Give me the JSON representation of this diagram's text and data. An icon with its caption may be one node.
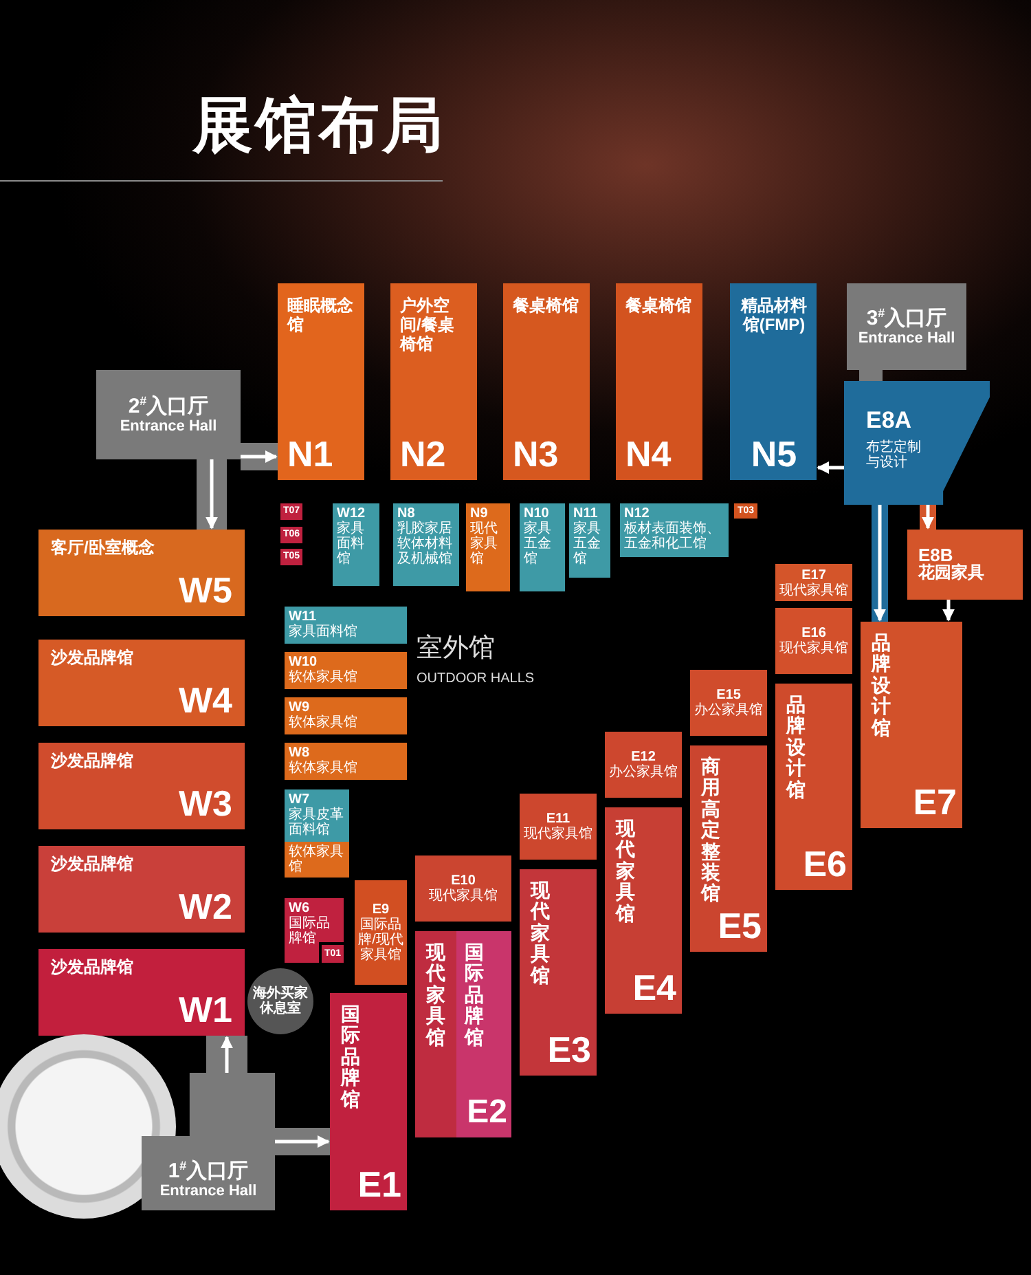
{
  "diagram": {
    "title": "展馆布局",
    "nodes": [
      {
        "text": [
          "2$^{#}$入口厅",
          "Entrance Hall"
        ]
      },
      {
        "text": [
          "睡眠概念馆",
          "N1"
        ]
      },
      {
        "text": [
          "户外空间/餐桌椅馆",
          "N2"
        ]
      },
      {
        "text": [
          "餐桌椅馆",
          "N3"
        ]
      },
      {
        "text": [
          "餐桌椅馆",
          "N4"
        ]
      },
      {
        "text": [
          "精品材料馆(FMP)",
          "N5"
        ]
      },
      {
        "text": [
          "3$^{#}$入口厅",
          "Entrance Hall"
        ]
      },
      {
        "text": [
          "E8A",
          "布艺定制与设计"
        ]
      },
      {
        "text": [
          "T07"
        ]
      },
      {
        "text": [
          "T06"
        ]
      },
      {
        "text": [
          "T05"
        ]
      },
      {
        "text": [
          "W12",
          "家具面料馆"
        ]
      },
      {
        "text": [
          "N8",
          "乳胶家居软体材料及机械馆"
        ]
      },
      {
        "text": [
          "N9",
          "现代家具馆"
        ]
      },
      {
        "text": [
          "N10",
          "家具五金馆"
        ]
      },
      {
        "text": [
          "N11",
          "家具五金馆"
        ]
      },
      {
        "text": [
          "N12",
          "板材表面装饰、五金和化工馆"
        ]
      },
      {
        "text": [
          "T03"
        ]
      },
      {
        "text": [
          "E8B",
          "花园家具"
        ]
      },
      {
        "text": [
          "客厅/卧室概念",
          "W5"
        ]
      },
      {
        "text": [
          "W11",
          "家具面料馆"
        ]
      },
      {
        "text": [
          "E17",
          "现代家具馆"
        ]
      },
      {
        "text": [
          "品牌设计馆",
          "E7"
        ]
      },
      {
        "text": [
          "W10",
          "软体家具馆"
        ]
      },
      {
        "text": [
          "E16",
          "现代家具馆"
        ]
      },
      {
        "text": [
          "沙发品牌馆",
          "W4"
        ]
      },
      {
        "text": [
          "W9",
          "软体家具馆"
        ]
      },
      {
        "text": [
          "E15",
          "办公家具馆"
        ]
      },
      {
        "text": [
          "品牌设计馆",
          "E6"
        ]
      },
      {
        "text": [
          "W8",
          "软体家具馆"
        ]
      },
      {
        "text": [
          "E12",
          "办公家具馆"
        ]
      },
      {
        "text": [
          "E11",
          "现代家具馆"
        ]
      },
      {
        "text": [
          "商用高定整装馆",
          "E5"
        ]
      },
      {
        "text": [
          "沙发品牌馆",
          "W3"
        ]
      },
      {
        "text": [
          "W7",
          "家具皮革面料馆"
        ]
      },
      {
        "text": [
          "软体家具馆"
        ]
      },
      {
        "text": [
          "E10",
          "现代家具馆"
        ]
      },
      {
        "text": [
          "E9",
          "国际品牌/现代家具馆"
        ]
      },
      {
        "text": [
          "现代家具馆",
          "E4"
        ]
      },
      {
        "text": [
          "沙发品牌馆",
          "W2"
        ]
      },
      {
        "text": [
          "W6",
          "国际品牌馆"
        ]
      },
      {
        "text": [
          "T01"
        ],
        "in": 40
      },
      {
        "text": [
          "现代家具馆",
          "E3"
        ]
      },
      {
        "text": [
          "现代家具馆"
        ]
      },
      {
        "text": [
          "国际品牌馆",
          "E2"
        ],
        "in": 43
      },
      {
        "text": [
          "沙发品牌馆",
          "W1"
        ]
      },
      {
        "text": [
          "海外买家休息室"
        ]
      },
      {
        "text": [
          "国际品牌馆",
          "E1"
        ]
      },
      {
        "text": [],
        "shape": "circle"
      },
      {
        "text": [
          "1$^{#}$入口厅",
          "Entrance Hall"
        ]
      }
    ],
    "edges": [
      {
        "from": 0,
        "to": 1,
        "arrow": "to"
      },
      {
        "from": 0,
        "to": 19,
        "arrow": "to"
      },
      {
        "from": 49,
        "to": 45,
        "arrow": "to"
      },
      {
        "from": 49,
        "to": 47,
        "arrow": "to"
      },
      {
        "from": 7,
        "to": 5,
        "arrow": "to"
      },
      {
        "from": 7,
        "to": 22,
        "arrow": "to"
      },
      {
        "from": 7,
        "to": 18,
        "arrow": "to"
      },
      {
        "from": 18,
        "to": 22,
        "arrow": "to"
      }
    ],
    "labels": [
      "室外馆",
      "OUTDOOR HALLS"
    ]
  }
}
